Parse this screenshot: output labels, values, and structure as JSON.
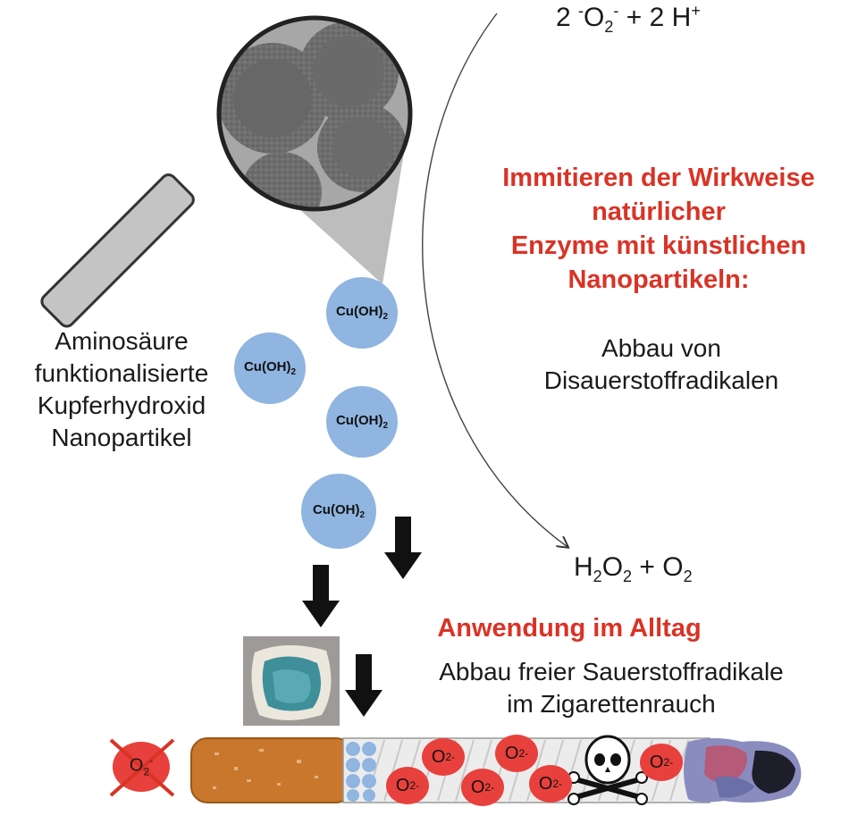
{
  "top_equation": {
    "coef": "2",
    "radical_sup": "-",
    "O": "O",
    "O_sub": "2",
    "O_sup": "-",
    "plus": "+",
    "H_coef": "2",
    "H": "H",
    "H_sup": "+"
  },
  "bottom_equation": {
    "H": "H",
    "H_sub": "2",
    "O": "O",
    "O_sub": "2",
    "plus": "+",
    "O2": "O",
    "O2_sub": "2"
  },
  "enzyme_text": {
    "line1": "Immitieren der Wirkweise",
    "line2": "natürlicher",
    "line3": "Enzyme mit künstlichen",
    "line4": "Nanopartikeln:"
  },
  "degradation_text": {
    "line1": "Abbau von",
    "line2": "Disauerstoffradikalen"
  },
  "nanoparticle_label": {
    "line1": "Aminosäure",
    "line2": "funktionalisierte",
    "line3": "Kupferhydroxid",
    "line4": "Nanopartikel"
  },
  "particle_formula": {
    "prefix": "Cu(OH)",
    "sub": "2"
  },
  "application_title": "Anwendung im Alltag",
  "application_text": {
    "line1": "Abbau freier Sauerstoffradikale",
    "line2": "im Zigarettenrauch"
  },
  "radical_label": {
    "O": "O",
    "sub": "2",
    "sup": "-"
  },
  "colors": {
    "accent_red": "#d93326",
    "particle_blue": "#8fb5e0",
    "radical_red": "#e8403c",
    "filter_orange": "#c8772c"
  },
  "icons": [
    "magnifier-icon",
    "down-arrow-icon",
    "skull-crossbones-icon",
    "crossed-out-icon"
  ]
}
